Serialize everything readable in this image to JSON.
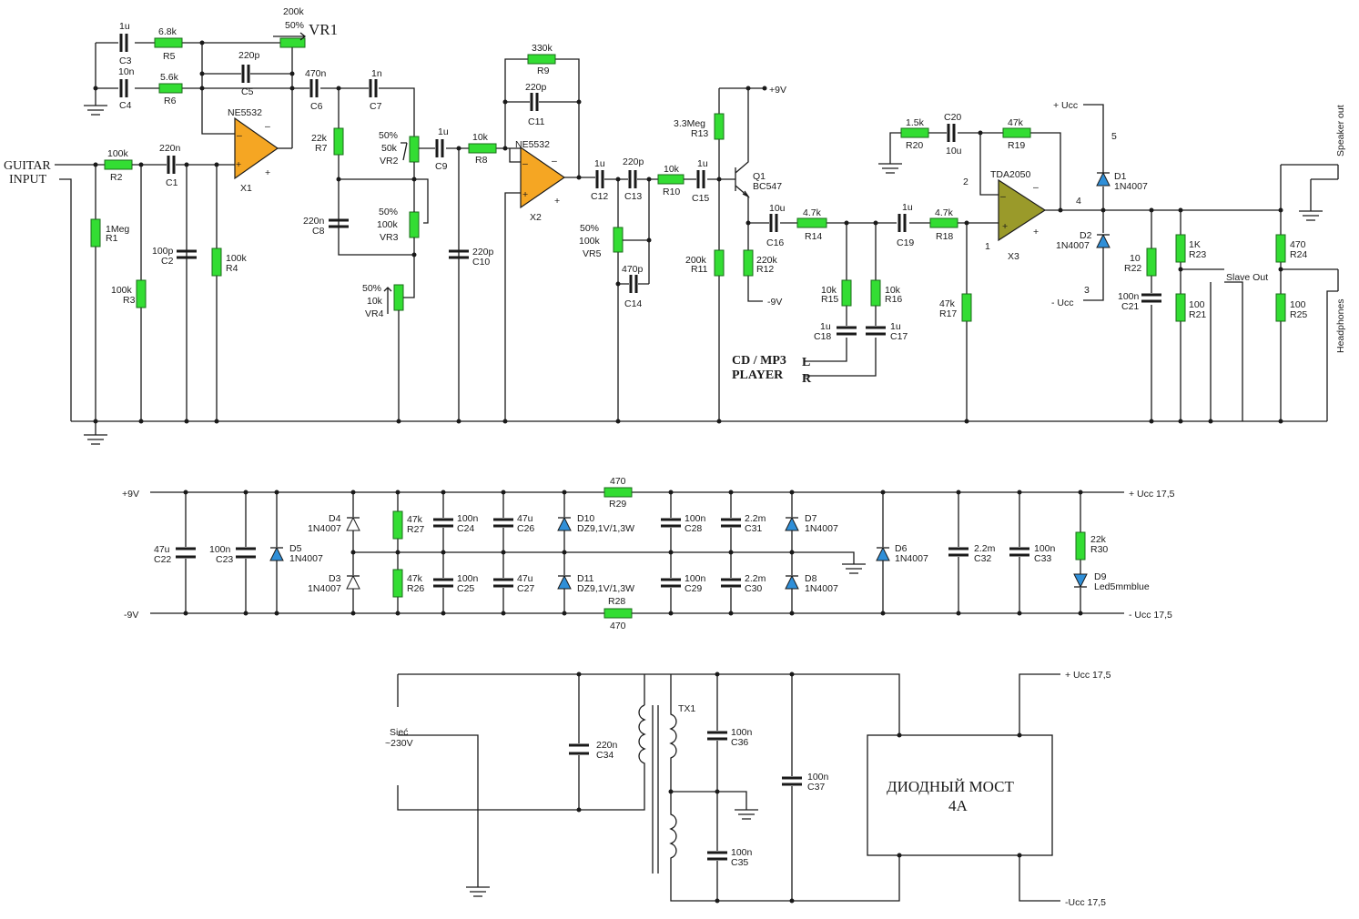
{
  "labels": {
    "guitar_input_1": "GUITAR",
    "guitar_input_2": "INPUT",
    "vr1_value": "200k",
    "vr1_pct": "50%",
    "vr1_name": "VR1",
    "c3_val": "1u",
    "c3": "C3",
    "r5_val": "6.8k",
    "r5": "R5",
    "c4_val": "10n",
    "c4": "C4",
    "r6_val": "5.6k",
    "r6": "R6",
    "c5_val": "220p",
    "c5": "C5",
    "x1_part": "NE5532",
    "x1": "X1",
    "r2_val": "100k",
    "r2": "R2",
    "c1_val": "220n",
    "c1": "C1",
    "r1_val": "1Meg",
    "r1": "R1",
    "c2_val": "100p",
    "c2": "C2",
    "r4_val": "100k",
    "r4": "R4",
    "r3_val": "100k",
    "r3": "R3",
    "c6_val": "470n",
    "c6": "C6",
    "c7_val": "1n",
    "c7": "C7",
    "r7_val": "22k",
    "r7": "R7",
    "c8_val": "220n",
    "c8": "C8",
    "vr2_pct": "50%",
    "vr2_val": "50k",
    "vr2": "VR2",
    "vr3_pct": "50%",
    "vr3_val": "100k",
    "vr3": "VR3",
    "vr4_pct": "50%",
    "vr4_val": "10k",
    "vr4": "VR4",
    "c9_val": "1u",
    "c9": "C9",
    "r8_val": "10k",
    "r8": "R8",
    "c10_val": "220p",
    "c10": "C10",
    "r9_val": "330k",
    "r9": "R9",
    "c11_val": "220p",
    "c11": "C11",
    "x2_part": "NE5532",
    "x2": "X2",
    "c12_val": "1u",
    "c12": "C12",
    "c13_val": "220p",
    "c13": "C13",
    "r10_val": "10k",
    "r10": "R10",
    "c15_val": "1u",
    "c15": "C15",
    "vr5_pct": "50%",
    "vr5_val": "100k",
    "vr5": "VR5",
    "c14_val": "470p",
    "c14": "C14",
    "q1": "Q1",
    "q1_part": "BC547",
    "plus9v_top": "+9V",
    "r13_val": "3.3Meg",
    "r13": "R13",
    "r11_val": "200k",
    "r11": "R11",
    "r12_val": "220k",
    "r12": "R12",
    "minus9v_top": "-9V",
    "c16_val": "10u",
    "c16": "C16",
    "r14_val": "4.7k",
    "r14": "R14",
    "c19_val": "1u",
    "c19": "C19",
    "r18_val": "4.7k",
    "r18": "R18",
    "r15_val": "10k",
    "r15": "R15",
    "r16_val": "10k",
    "r16": "R16",
    "c18_val": "1u",
    "c18": "C18",
    "c17_val": "1u",
    "c17": "C17",
    "cd_1": "CD / MP3",
    "cd_2": "PLAYER",
    "cd_l": "L",
    "cd_r": "R",
    "r20_val": "1.5k",
    "r20": "R20",
    "c20_val": "C20",
    "c20_sub": "10u",
    "r19_val": "47k",
    "r19": "R19",
    "x3_part": "TDA2050",
    "x3": "X3",
    "pin1": "1",
    "pin2": "2",
    "pin3": "3",
    "pin4": "4",
    "pin5": "5",
    "ucc_plus": "+ Ucc",
    "ucc_minus": "- Ucc",
    "d1": "D1",
    "d1_part": "1N4007",
    "d2": "D2",
    "d2_part": "1N4007",
    "r17_val": "47k",
    "r17": "R17",
    "r22_val": "10",
    "r22": "R22",
    "c21_val": "100n",
    "c21": "C21",
    "r23_val": "1K",
    "r23": "R23",
    "r21_val": "100",
    "r21": "R21",
    "slave_out": "Slave Out",
    "r24_val": "470",
    "r24": "R24",
    "r25_val": "100",
    "r25": "R25",
    "speaker_out": "Speaker out",
    "headphones": "Headphones",
    "ps_plus9v": "+9V",
    "ps_minus9v": "-9V",
    "ps_ucc_plus": "+ Ucc 17,5",
    "ps_ucc_minus": "- Ucc 17,5",
    "r29_val": "470",
    "r29": "R29",
    "r28_val": "470",
    "r28": "R28",
    "c22_val": "47u",
    "c22": "C22",
    "c23_val": "100n",
    "c23": "C23",
    "d5": "D5",
    "d5_part": "1N4007",
    "d4": "D4",
    "d4_part": "1N4007",
    "d3": "D3",
    "d3_part": "1N4007",
    "r27_val": "47k",
    "r27": "R27",
    "r26_val": "47k",
    "r26": "R26",
    "c24_val": "100n",
    "c24": "C24",
    "c25_val": "100n",
    "c25": "C25",
    "c26_val": "47u",
    "c26": "C26",
    "c27_val": "47u",
    "c27": "C27",
    "d10": "D10",
    "d10_part": "DZ9,1V/1,3W",
    "d11": "D11",
    "d11_part": "DZ9,1V/1,3W",
    "c28_val": "100n",
    "c28": "C28",
    "c29_val": "100n",
    "c29": "C29",
    "c31_val": "2.2m",
    "c31": "C31",
    "c30_val": "2.2m",
    "c30": "C30",
    "d7": "D7",
    "d7_part": "1N4007",
    "d8": "D8",
    "d8_part": "1N4007",
    "d6": "D6",
    "d6_part": "1N4007",
    "c32_val": "2.2m",
    "c32": "C32",
    "c33_val": "100n",
    "c33": "C33",
    "r30_val": "22k",
    "r30": "R30",
    "d9": "D9",
    "d9_part": "Led5mmblue",
    "siec_1": "Sieć",
    "siec_2": "~230V",
    "c34_val": "220n",
    "c34": "C34",
    "tx1": "TX1",
    "c36_val": "100n",
    "c36": "C36",
    "c35_val": "100n",
    "c35": "C35",
    "c37_val": "100n",
    "c37": "C37",
    "bridge_1": "ДИОДНЫЙ  МОСТ",
    "bridge_2": "4A",
    "br_ucc_plus": "+ Ucc 17,5",
    "br_ucc_minus": "-Ucc 17,5"
  }
}
